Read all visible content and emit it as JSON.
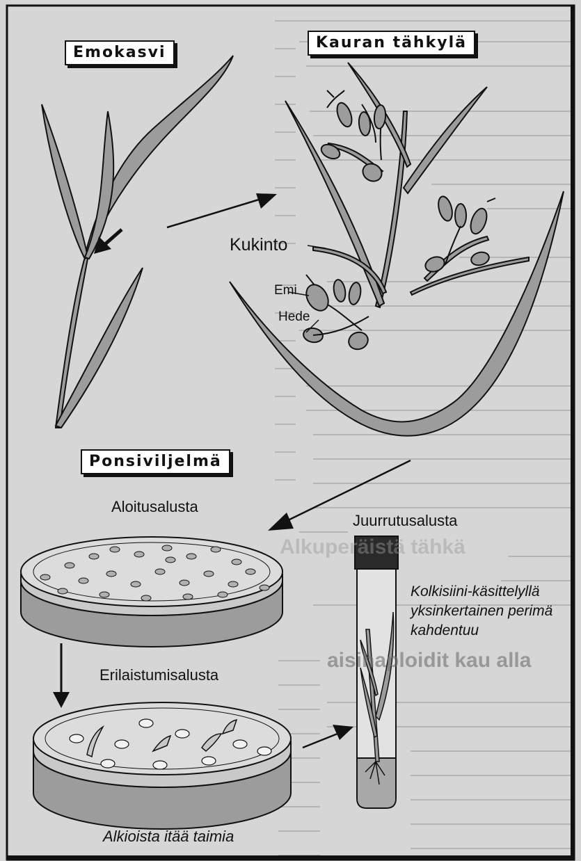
{
  "labels": {
    "emokasvi": "Emokasvi",
    "kauran_tahkyla": "Kauran tähkylä",
    "kukinto": "Kukinto",
    "emi": "Emi",
    "hede": "Hede",
    "ponsiviljelma": "Ponsiviljelmä",
    "aloitusalusta": "Aloitusalusta",
    "erilaistumisalusta": "Erilaistumisalusta",
    "juurrutusalusta": "Juurrutusalusta",
    "kolkisiini_line1": "Kolkisiini-käsittelyllä",
    "kolkisiini_line2": "yksinkertainen perimä",
    "kolkisiini_line3": "kahdentuu",
    "alkioista": "Alkioista itää taimia"
  },
  "background_text": {
    "heading1": "Alkuperäistä tähkä",
    "heading2": "aisihaploidit kau alla"
  },
  "colors": {
    "page_bg": "#d6d6d6",
    "plant_fill": "#9c9c9c",
    "outline": "#111111",
    "label_box_bg": "#ffffff"
  }
}
